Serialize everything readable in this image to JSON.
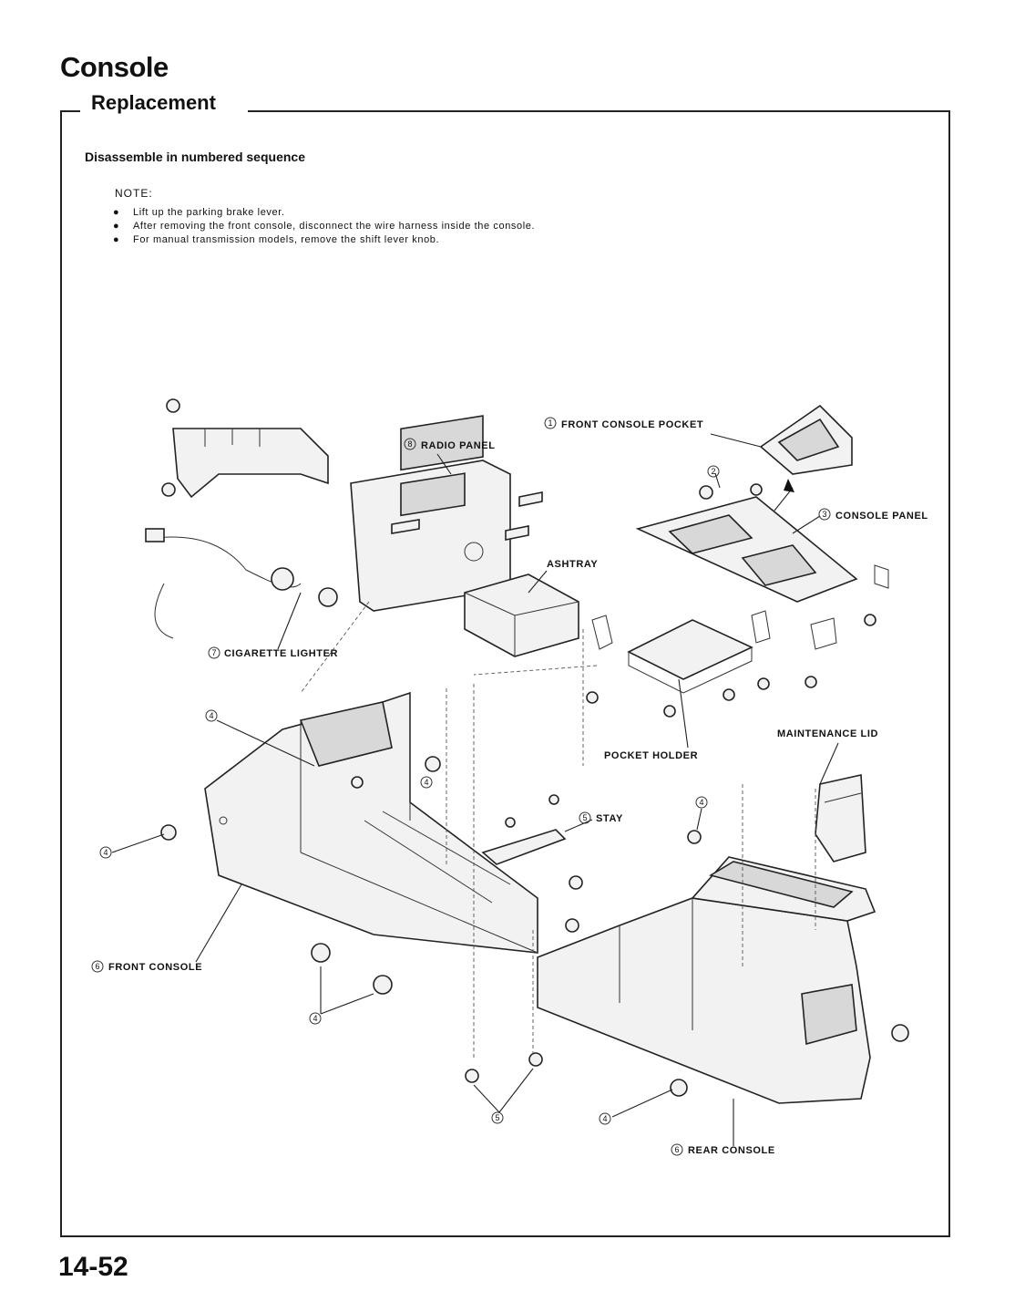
{
  "header": {
    "title": "Console",
    "section": "Replacement"
  },
  "intro": {
    "instruction": "Disassemble in numbered sequence",
    "note_label": "NOTE:",
    "notes": [
      "Lift up the parking brake lever.",
      "After removing the front console, disconnect the wire harness inside the console.",
      "For manual transmission models, remove the shift lever knob."
    ]
  },
  "diagram": {
    "labels": {
      "front_console_pocket": "FRONT CONSOLE POCKET",
      "front_console_pocket_num": "1",
      "radio_panel": "RADIO PANEL",
      "radio_panel_num": "8",
      "console_panel": "CONSOLE PANEL",
      "console_panel_num": "3",
      "ashtray": "ASHTRAY",
      "cigarette_lighter": "CIGARETTE LIGHTER",
      "cigarette_lighter_num": "7",
      "pocket_holder": "POCKET HOLDER",
      "maintenance_lid": "MAINTENANCE LID",
      "stay": "STAY",
      "stay_num": "5",
      "front_console": "FRONT CONSOLE",
      "front_console_num": "6",
      "rear_console": "REAR CONSOLE",
      "rear_console_num": "6"
    },
    "step_markers": {
      "step_2": "2",
      "step_4": "4",
      "step_5": "5"
    }
  },
  "footer": {
    "page_number": "14-52"
  }
}
